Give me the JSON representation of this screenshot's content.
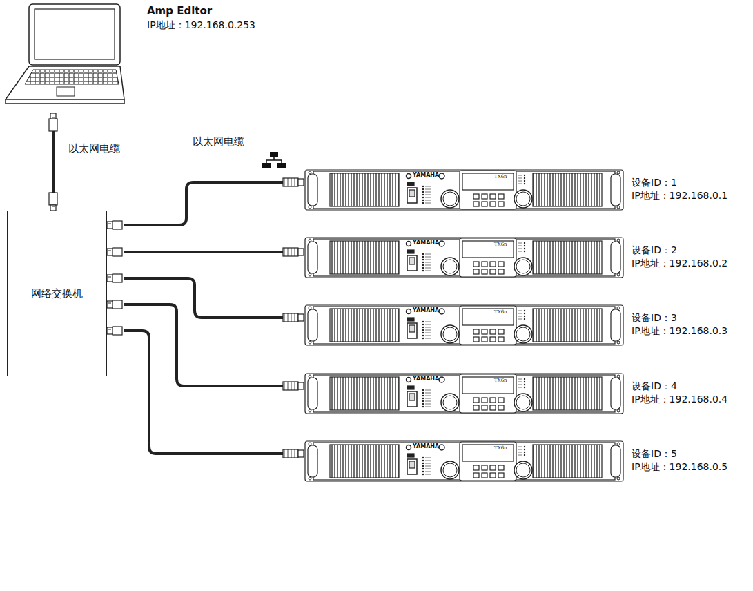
{
  "diagram": {
    "nodes": [
      {
        "text": [
          "Amp Editor",
          "IP地址：192.168.0.253"
        ]
      },
      {
        "text": [
          "网络交换机"
        ]
      },
      {
        "text": [
          "设备ID：1",
          "IP地址：192.168.0.1"
        ]
      },
      {
        "text": [
          "设备ID：2",
          "IP地址：192.168.0.2"
        ]
      },
      {
        "text": [
          "设备ID：3",
          "IP地址：192.168.0.3"
        ]
      },
      {
        "text": [
          "设备ID：4",
          "IP地址：192.168.0.4"
        ]
      },
      {
        "text": [
          "设备ID：5",
          "IP地址：192.168.0.5"
        ]
      }
    ],
    "edges": [
      {
        "from": 0,
        "to": 1,
        "arrow": "none",
        "label": "以太网电缆"
      },
      {
        "from": 1,
        "to": 2,
        "arrow": "none",
        "label": "以太网电缆"
      },
      {
        "from": 1,
        "to": 3,
        "arrow": "none"
      },
      {
        "from": 1,
        "to": 4,
        "arrow": "none"
      },
      {
        "from": 1,
        "to": 5,
        "arrow": "none"
      },
      {
        "from": 1,
        "to": 6,
        "arrow": "none"
      }
    ],
    "labels": [
      "YAMAHA",
      "YAMAHA",
      "YAMAHA",
      "YAMAHA",
      "YAMAHA",
      "TX6n",
      "TX6n",
      "TX6n",
      "TX6n",
      "TX6n"
    ]
  }
}
